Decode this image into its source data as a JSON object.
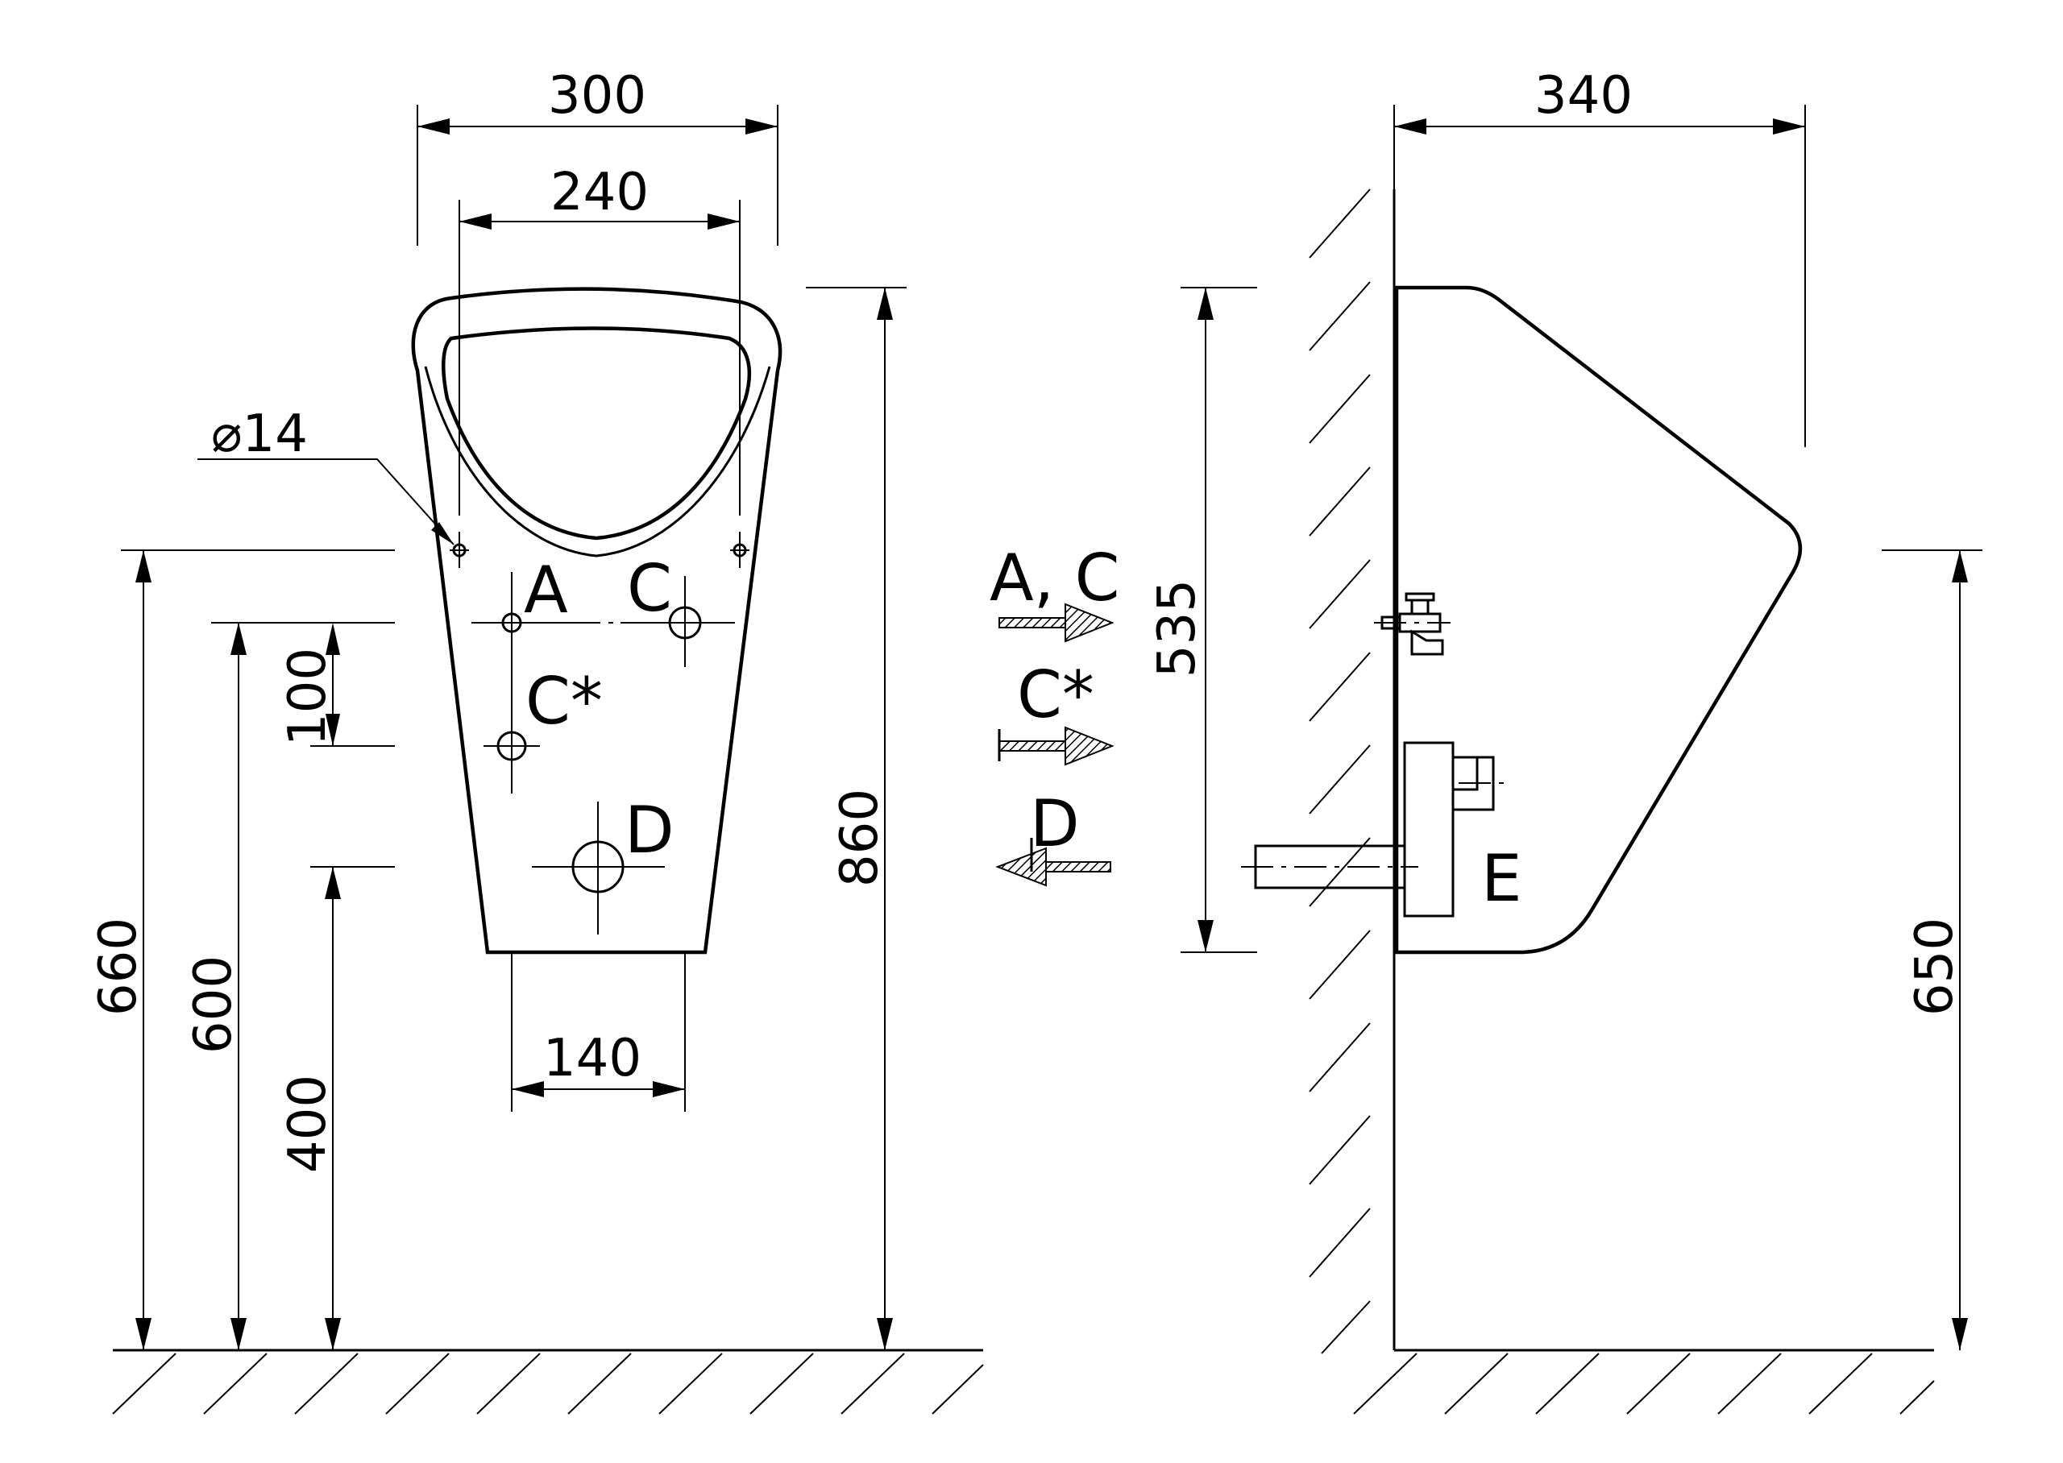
{
  "front_view": {
    "dim_width_overall": "300",
    "dim_width_rim": "240",
    "dim_hole_diameter": "⌀14",
    "dim_outlet_spacing": "140",
    "dim_height_total": "860",
    "dim_height_fixing": "660",
    "dim_height_inlet": "600",
    "dim_height_outlet": "400",
    "dim_inlet_offset": "100",
    "label_a": "A",
    "label_c": "C",
    "label_c_star": "C*",
    "label_d": "D"
  },
  "legend": {
    "inlet_ac": "A, C",
    "inlet_c_star": "C*",
    "outlet_d": "D"
  },
  "side_view": {
    "dim_depth": "340",
    "dim_body_height": "535",
    "dim_lip_height": "650",
    "label_e": "E"
  }
}
